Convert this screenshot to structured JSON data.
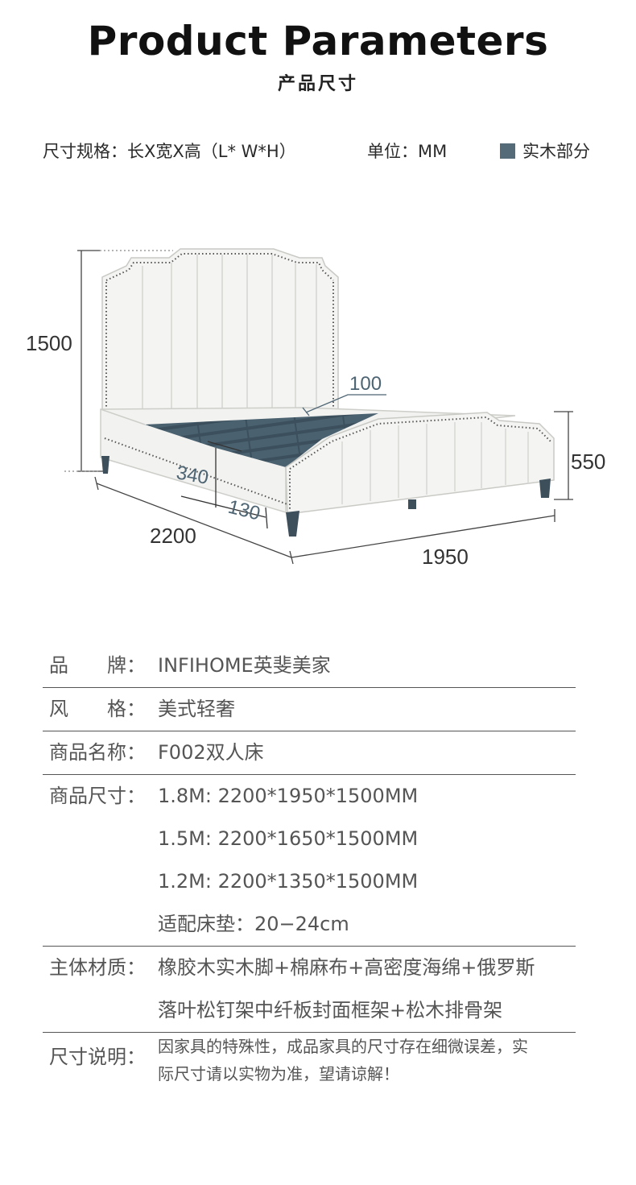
{
  "header": {
    "title": "Product Parameters",
    "subtitle": "产品尺寸"
  },
  "spec": {
    "size_format": "尺寸规格：长X宽X高（L* W*H）",
    "unit": "单位：MM",
    "legend_label": "实木部分",
    "legend_color": "#556b78"
  },
  "diagram": {
    "dim_height": "1500",
    "dim_headboard_thickness": "100",
    "dim_bed_height": "550",
    "dim_side_rail": "340",
    "dim_footboard": "130",
    "dim_length": "2200",
    "dim_width": "1950"
  },
  "params": {
    "rows": [
      {
        "label": "品　　牌：",
        "lines": [
          "INFIHOME英斐美家"
        ]
      },
      {
        "label": "风　　格：",
        "lines": [
          "美式轻奢"
        ]
      },
      {
        "label": "商品名称：",
        "lines": [
          "F002双人床"
        ]
      },
      {
        "label": "商品尺寸：",
        "lines": [
          "1.8M: 2200*1950*1500MM",
          "1.5M: 2200*1650*1500MM",
          "1.2M: 2200*1350*1500MM",
          "适配床垫：20−24cm"
        ]
      },
      {
        "label": "主体材质：",
        "lines": [
          "橡胶木实木脚+棉麻布+高密度海绵+俄罗斯",
          "落叶松钉架中纤板封面框架+松木排骨架"
        ]
      },
      {
        "label": "尺寸说明：",
        "lines": [
          "因家具的特殊性，成品家具的尺寸存在细微误差，实",
          "际尺寸请以实物为准，望请谅解！"
        ]
      }
    ]
  }
}
